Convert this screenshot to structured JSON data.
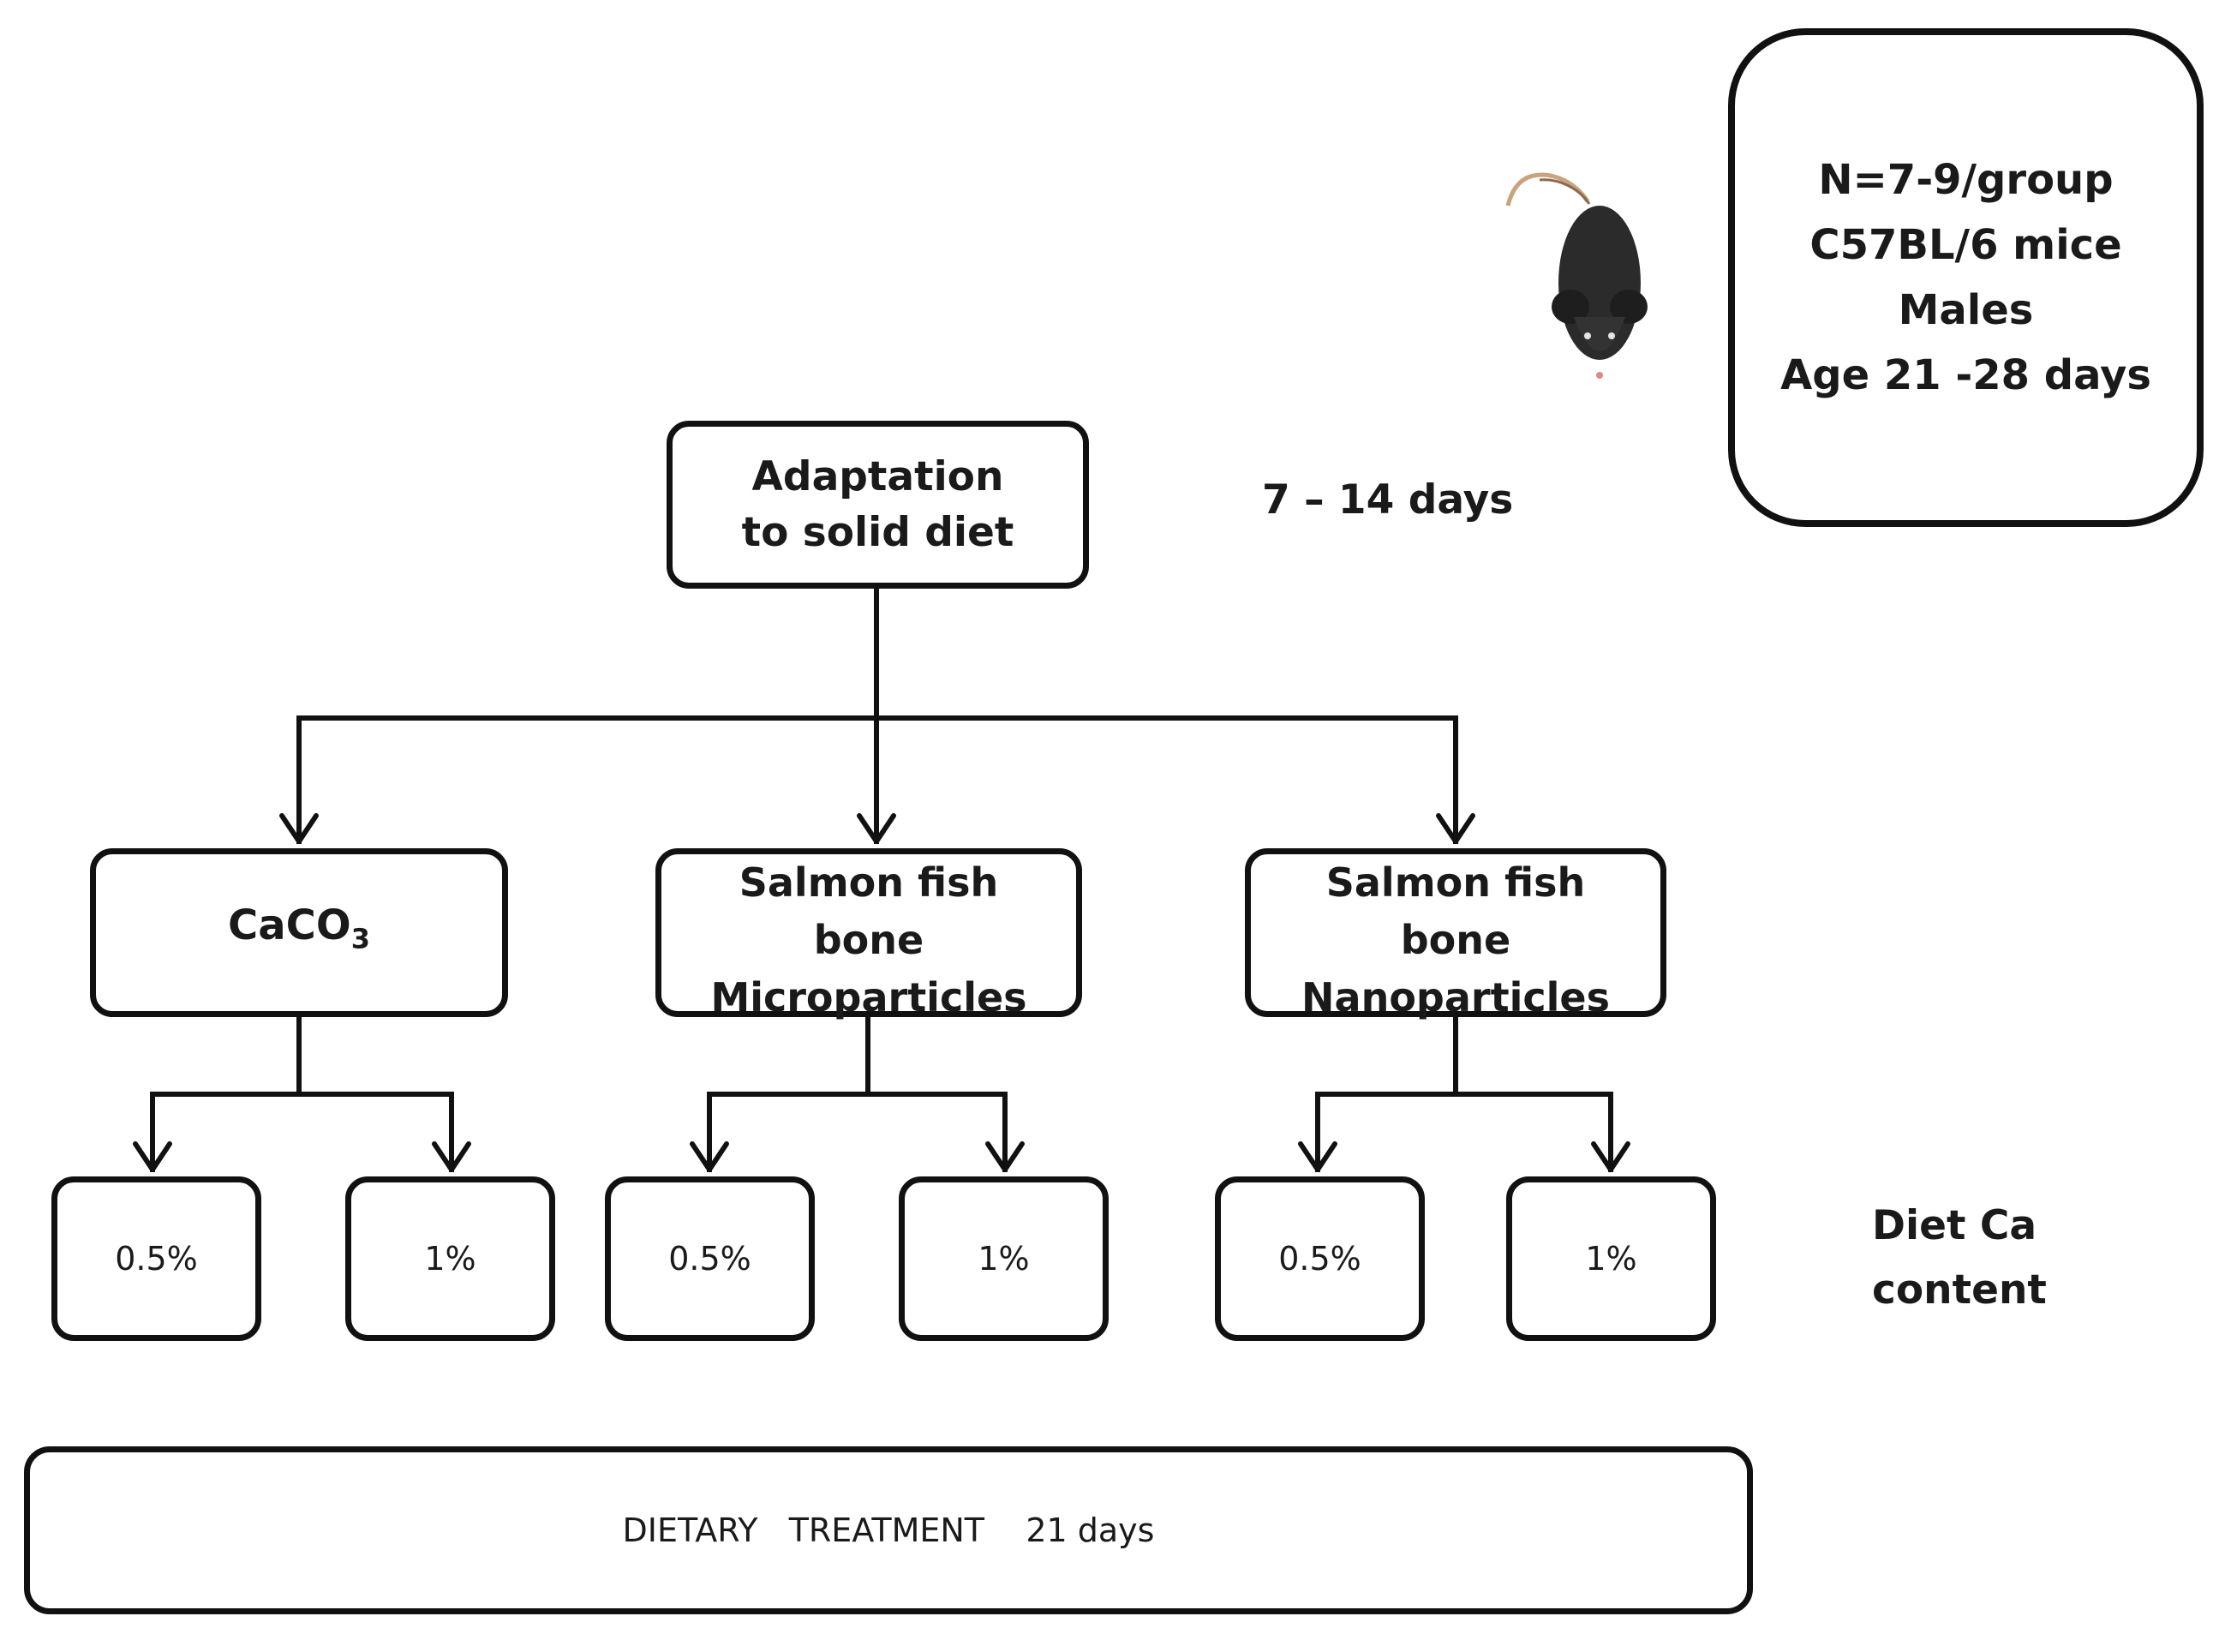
{
  "info": {
    "line1": "N=7-9/group",
    "line2": "C57BL/6 mice",
    "line3": "Males",
    "line4": "Age  21 -28 days"
  },
  "adaptation": {
    "line1": "Adaptation",
    "line2": "to solid  diet",
    "duration": "7 – 14 days"
  },
  "sources": [
    {
      "base": "CaCO",
      "subscript": "3"
    },
    {
      "line1": "Salmon fish",
      "line2": "bone",
      "line3": "Microparticles"
    },
    {
      "line1": "Salmon fish",
      "line2": "bone",
      "line3": "Nanoparticles"
    }
  ],
  "doses": [
    "0.5%",
    "1%",
    "0.5%",
    "1%",
    "0.5%",
    "1%"
  ],
  "diet_ca_label": {
    "line1": "Diet Ca",
    "line2": "content"
  },
  "treatment": {
    "label": "DIETARY   TREATMENT    21 days"
  },
  "icons": {
    "mouse": "mouse-icon"
  },
  "colors": {
    "stroke": "#111111",
    "mouse_body": "#2b2b2b",
    "mouse_tail": "#c9a27e"
  }
}
